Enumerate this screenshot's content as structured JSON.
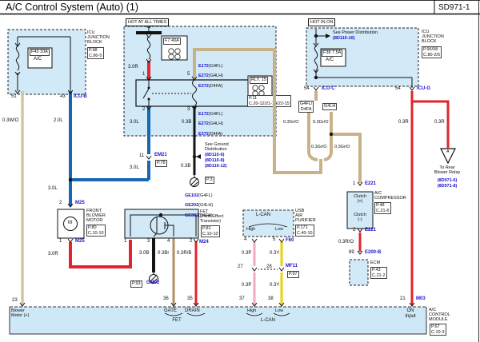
{
  "header": {
    "title": "A/C Control System (Auto) (1)",
    "code": "SD971-1"
  },
  "colors": {
    "blue_wire": "#1467b0",
    "red_wire": "#e2242b",
    "black_wire": "#141414",
    "gray_orange_wire": "#c9b287",
    "white_orange_wire": "#d5c59c",
    "brown_wire": "#b3925f",
    "pink_wire": "#f2a8c4",
    "yellow_wire": "#e8d20a",
    "panel_fill": "#d2e9f7",
    "link_blue": "#1a12cc"
  },
  "left_icu": {
    "block_name": "ICU\nJUNCTION\nBLOCK",
    "block_ref": "P.98\nC.80-5",
    "fuse_code": "F43 10A",
    "fuse_name": "A/C",
    "pin_left": "51",
    "pin_right": "43",
    "connector": "ICU-B",
    "wire_left": "0.3W/O",
    "wire_right": "2.0L"
  },
  "hot_at_all_times": {
    "tag": "HOT AT ALL TIMES",
    "fuse_code": "F7 40A",
    "wire_fuse": "3.0R",
    "relay": {
      "pin1": "1",
      "pin2": "2",
      "pin5": "5",
      "pin3": "3",
      "name": "RLY. 15",
      "ref": "P.11\nC.20-12/21-14/22-15"
    },
    "conn_top": [
      {
        "code": "E172",
        "variant": "(G4FL)"
      },
      {
        "code": "E272",
        "variant": "(G4LH)"
      },
      {
        "code": "E372",
        "variant": "(D4FA)"
      }
    ],
    "conn_bottom": [
      {
        "code": "E172",
        "variant": "(G4FL)"
      },
      {
        "code": "E272",
        "variant": "(G4LH)"
      },
      {
        "code": "E372",
        "variant": "(D4FA)"
      }
    ],
    "wire_out_left": "3.0L",
    "wire_out_right": "0.3B",
    "em21": {
      "pin": "11",
      "name": "EM21",
      "ref": "P.78"
    },
    "wire_below_left": "3.0L",
    "wire_below_right": "0.3B",
    "see_ground": {
      "text": "See Ground\nDistribution",
      "links": [
        "(8D110-6)",
        "(8D110-8)",
        "(8D110-12)"
      ]
    },
    "ground_ref": "P.3",
    "ground_conns": [
      {
        "code": "GE102",
        "variant": "(G4FL)"
      },
      {
        "code": "GE202",
        "variant": "(G4LH)"
      },
      {
        "code": "GE302",
        "variant": "(D4FA)"
      }
    ]
  },
  "blower_motor": {
    "wire_top": "3.0L",
    "pin_top": "2",
    "conn_top": "M25",
    "name": "FRONT\nBLOWER\nMOTOR",
    "ref": "P.80\nC.10-10",
    "motor_letter": "M",
    "pin_bottom": "1",
    "conn_bottom": "M25",
    "wire_bottom": "3.0R"
  },
  "fet": {
    "name": "FET\n(Field Effect\nTransistor)",
    "ref": "P.81\nC.10-10",
    "pin1": "1",
    "pin3": "3",
    "pin4": "4",
    "pin2": "2",
    "conn2": "M24",
    "wire_source": "3.0B",
    "wire_gate": "0.3Br",
    "wire_drain": "0.3R/B",
    "gnd_ref": "P.93",
    "gnd_name": "GM02",
    "band_pin_gate": "36",
    "band_pin_drain": "35",
    "band_gate": "GATE",
    "band_drain": "DRAIN",
    "band_label": "FET"
  },
  "lcan": {
    "box_label": "L-CAN",
    "box_high": "High",
    "box_low": "Low",
    "device": "USB\nAIR\nPURIFIER",
    "device_ref": "P.171\nC.40-10",
    "pin_high": "4",
    "pin_low": "5",
    "conn": "F60",
    "wire_high": "0.3P",
    "wire_low": "0.3Y",
    "mid_pin_high": "27",
    "mid_pin_low": "28",
    "mid_conn": "MF11",
    "mid_ref": "P.97",
    "wire_high2": "0.3P",
    "wire_low2": "0.3Y",
    "band_pin_high": "37",
    "band_pin_low": "38",
    "band_high": "High",
    "band_low": "Low",
    "band_label": "L-CAN"
  },
  "hot_in_on": {
    "tag": "HOT IN ON",
    "see_power": "See Power Distribution",
    "see_power_link": "(8D110-10)",
    "fuse_code": "F38 7.5A",
    "fuse_name": "A/C",
    "pin_c": "54",
    "conn_c": "ICU-C",
    "pin_g": "54",
    "conn_g": "ICU-G",
    "block_name": "ICU\nJUNCTION\nBLOCK",
    "block_ref": "P.96/98\nC.80-2/5"
  },
  "branches": {
    "variant_left": "G4FL/\nD4FA",
    "variant_right": "G4LH",
    "wire1": "0.3Gr/O",
    "wire2": "0.3Gr/O",
    "wire3": "0.3Gr/O",
    "wire4": "0.3Gr/O"
  },
  "compressor": {
    "pin_top": "1",
    "conn_top": "E221",
    "clutch_plus": "Clutch\n(+)",
    "clutch_minus": "Clutch\n(-)",
    "name": "A/C\nCOMPRESSOR",
    "ref": "P.48\nC.21-6",
    "pin_bottom": "2",
    "conn_bottom": "E221",
    "wire": "0.3R/O",
    "pin_ecm": "89",
    "conn_ecm": "E200-B",
    "ecm_name": "ECM",
    "ecm_ref": "P.43\nC.21-2"
  },
  "rear_blower": {
    "wire_main": "0.3R",
    "wire_branch": "0.3R",
    "triangle_letter": "A",
    "dest": "To Rear\nBlower Relay",
    "links": [
      "(8D971-6)",
      "(8D971-8)"
    ],
    "pin": "21",
    "conn": "M03"
  },
  "module_band": {
    "blower_label": "Blower\nMotor (+)",
    "pin_blower": "23",
    "on_input": "ON\nInput",
    "name": "A/C\nCONTROL\nMODULE",
    "ref": "P.67\nC.10-3"
  }
}
